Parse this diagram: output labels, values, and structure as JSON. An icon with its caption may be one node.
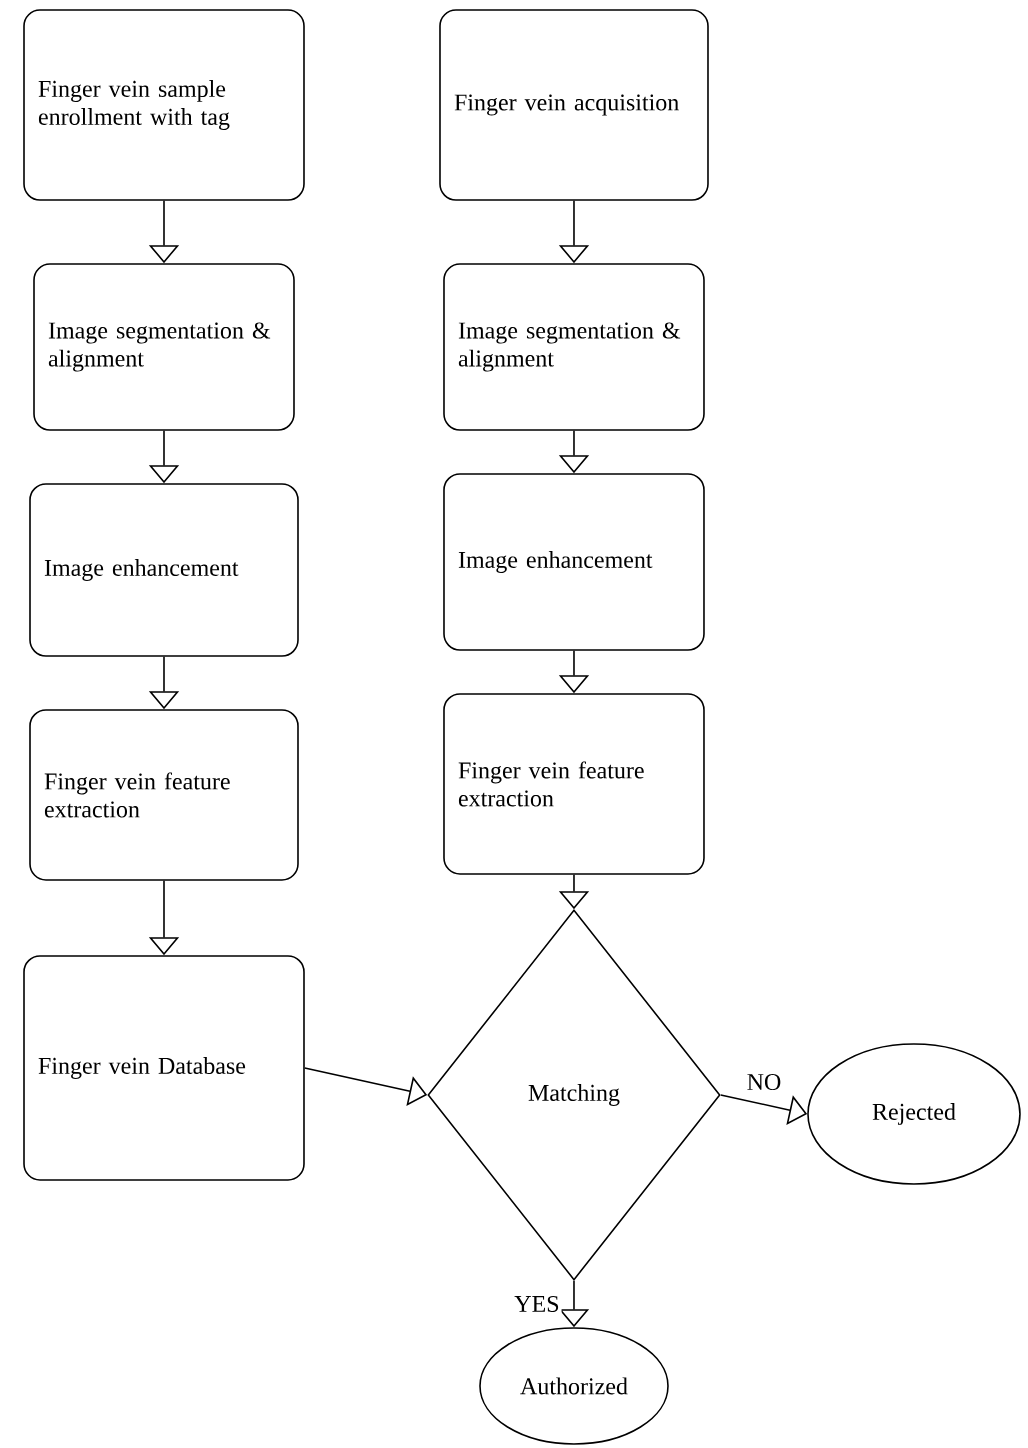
{
  "diagram": {
    "nodes": [
      {
        "text": [
          "Finger vein sample enrollment with tag"
        ]
      },
      {
        "text": [
          "Image segmentation & alignment"
        ]
      },
      {
        "text": [
          "Image enhancement"
        ]
      },
      {
        "text": [
          "Finger vein feature extraction"
        ]
      },
      {
        "text": [
          "Finger vein Database"
        ]
      },
      {
        "text": [
          "Finger vein acquisition"
        ]
      },
      {
        "text": [
          "Image segmentation & alignment"
        ]
      },
      {
        "text": [
          "Image enhancement"
        ]
      },
      {
        "text": [
          "Finger vein feature extraction"
        ]
      },
      {
        "text": [
          "Matching"
        ]
      },
      {
        "text": [
          "Rejected"
        ]
      },
      {
        "text": [
          "Authorized"
        ]
      }
    ],
    "edges": [
      {
        "from": 0,
        "to": 1,
        "arrow": "to"
      },
      {
        "from": 1,
        "to": 2,
        "arrow": "to"
      },
      {
        "from": 2,
        "to": 3,
        "arrow": "to"
      },
      {
        "from": 3,
        "to": 4,
        "arrow": "to"
      },
      {
        "from": 5,
        "to": 6,
        "arrow": "to"
      },
      {
        "from": 6,
        "to": 7,
        "arrow": "to"
      },
      {
        "from": 7,
        "to": 8,
        "arrow": "to"
      },
      {
        "from": 8,
        "to": 9,
        "arrow": "to"
      },
      {
        "from": 4,
        "to": 9,
        "arrow": "to"
      },
      {
        "from": 9,
        "to": 10,
        "label": "NO",
        "arrow": "to"
      },
      {
        "from": 9,
        "to": 11,
        "label": "YES",
        "arrow": "to"
      }
    ]
  }
}
